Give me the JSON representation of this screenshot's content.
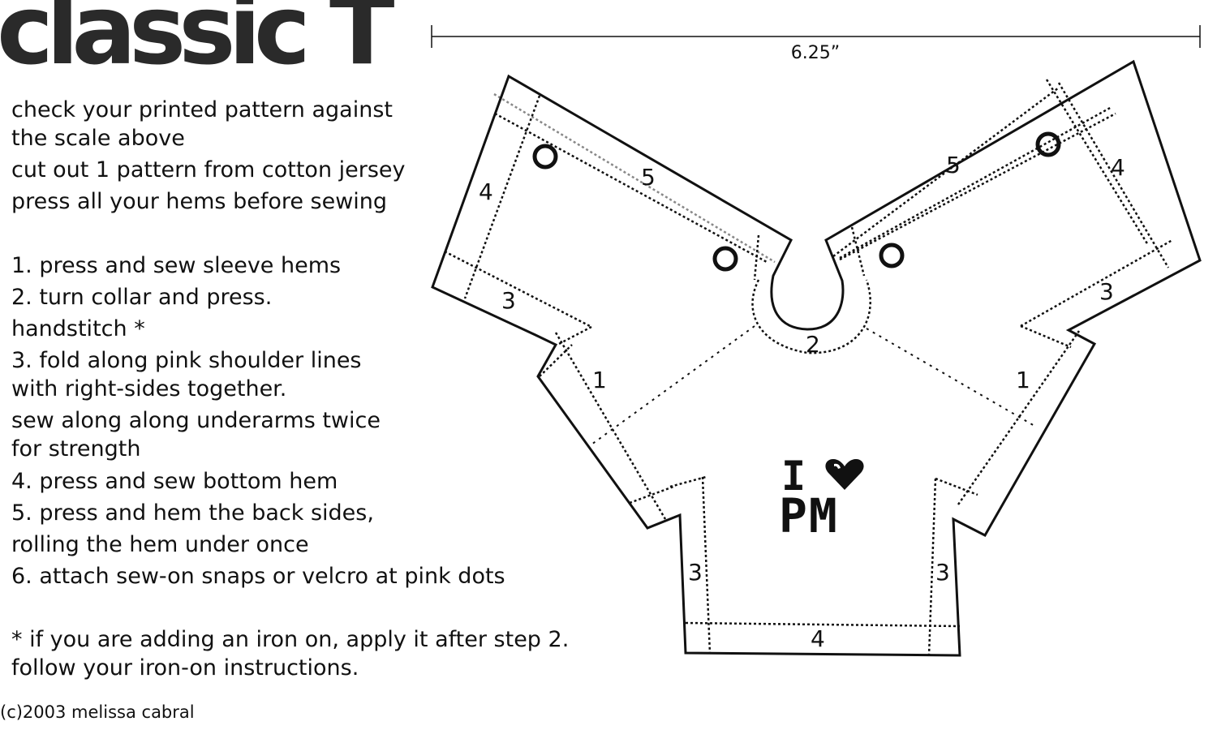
{
  "title": "classic T",
  "intro": [
    "check your printed pattern against",
    "the scale above",
    "cut out 1 pattern from cotton jersey",
    "press all your hems before sewing"
  ],
  "steps": [
    "1. press and sew sleeve hems",
    "2. turn collar and press.",
    "handstitch *",
    "3. fold along pink shoulder lines",
    "with right-sides together.",
    "sew along along underarms twice",
    "for strength",
    "4. press and sew bottom hem",
    "5. press and hem the back sides,",
    "rolling the hem under once",
    "6. attach sew-on snaps or velcro at pink dots"
  ],
  "note": [
    "* if you are adding an iron on, apply it after step 2.",
    "follow your iron-on instructions."
  ],
  "copyright": "(c)2003 melissa cabral",
  "scale_label": "6.25”",
  "logo": {
    "letter": "I",
    "text": "PM"
  },
  "hem_numbers": {
    "left_back_hem": "4",
    "left_back_side": "5",
    "left_sleeve_hem": "3",
    "left_sleeve_edge": "1",
    "collar": "2",
    "right_back_side": "5",
    "right_back_hem": "4",
    "right_sleeve_hem": "3",
    "right_sleeve_edge": "1",
    "left_body_side": "3",
    "right_body_side": "3",
    "bottom_hem": "4"
  }
}
